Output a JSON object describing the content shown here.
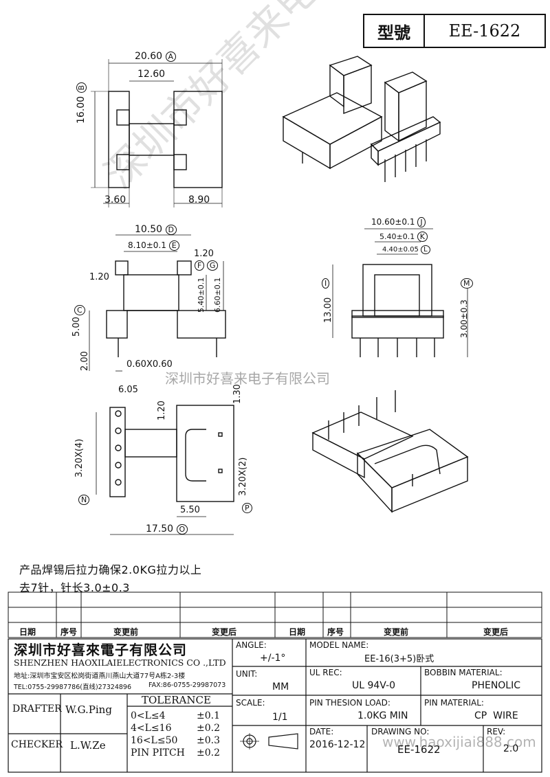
{
  "title": {
    "label": "型號",
    "model": "EE-1622"
  },
  "dimensions": {
    "top": {
      "a": "20.60",
      "a_id": "A",
      "b": "12.60",
      "c": "16.00",
      "c_id": "B",
      "d": "3.60",
      "e": "8.90"
    },
    "front": {
      "a": "10.50",
      "a_id": "D",
      "b": "8.10±0.1",
      "b_id": "E",
      "c": "1.20",
      "c_id1": "F",
      "c_id2": "G",
      "d": "1.20",
      "e": "5.40±0.1",
      "f": "6.60±0.1",
      "g": "5.00",
      "g_id": "C",
      "h": "2.00",
      "i": "0.60X0.60"
    },
    "side": {
      "a": "10.60±0.1",
      "a_id": "J",
      "b": "5.40±0.1",
      "b_id": "K",
      "c": "4.40±0.05",
      "c_id": "L",
      "d": "13.00",
      "d_id": "I",
      "e": "3.00±0.3",
      "e_id": "M"
    },
    "bottom": {
      "a": "6.05",
      "b": "1.20",
      "c": "1.30",
      "d": "3.20X(4)",
      "d_id": "N",
      "e": "3.20X(2)",
      "e_id": "P",
      "f": "5.50",
      "g": "17.50",
      "g_id": "O"
    }
  },
  "watermark": {
    "diag": "深圳市好喜来电子有限公司",
    "horiz": "深圳市好喜来电子有限公司",
    "footer": "www.haoxijiai888.com"
  },
  "notes": {
    "line1": "产品焊锡后拉力确保2.0KG拉力以上",
    "line2": "去7针，针长3.0±0.3"
  },
  "revision_table": {
    "headers": [
      "日期",
      "序号",
      "变更前",
      "变更后",
      "日期",
      "序号",
      "变更前",
      "变更后"
    ]
  },
  "company": {
    "name_cn": "深圳市好喜來電子有限公司",
    "name_en": "SHENZHEN HAOXILAIELECTRONICS CO .,LTD",
    "address": "地址:深圳市宝安区松岗街道燕川燕山大道77号A栋2-3楼",
    "tel": "TEL:0755-29987786(直线)27324896",
    "fax": "FAX:86-0755-29987073"
  },
  "people": {
    "drafter_label": "DRAFTER",
    "drafter": "W.G.Ping",
    "checker_label": "CHECKER",
    "checker": "L.W.Ze"
  },
  "tolerance": {
    "title": "TOLERANCE",
    "rows": [
      {
        "range": "0<L≤4",
        "value": "±0.1"
      },
      {
        "range": "4<L≤16",
        "value": "±0.2"
      },
      {
        "range": "16<L≤50",
        "value": "±0.3"
      },
      {
        "range": "PIN PITCH",
        "value": "±0.2"
      }
    ]
  },
  "info": {
    "angle_label": "ANGLE:",
    "angle": "+/-1°",
    "unit_label": "UNIT:",
    "unit": "MM",
    "scale_label": "SCALE:",
    "scale": "1/1",
    "model_label": "MODEL NAME:",
    "model": "EE-16(3+5)卧式",
    "ul_label": "UL REC:",
    "ul": "UL 94V-0",
    "load_label": "PIN THESION LOAD:",
    "load": "1.0KG MIN",
    "date_label": "DATE:",
    "date": "2016-12-12",
    "drawing_label": "DRAWING NO:",
    "drawing": "EE-1622",
    "bobbin_label": "BOBBIN MATERIAL:",
    "bobbin": "PHENOLIC",
    "pin_label": "PIN MATERIAL:",
    "pin": "CP  WIRE",
    "rev_label": "REV:",
    "rev": "2.0"
  }
}
